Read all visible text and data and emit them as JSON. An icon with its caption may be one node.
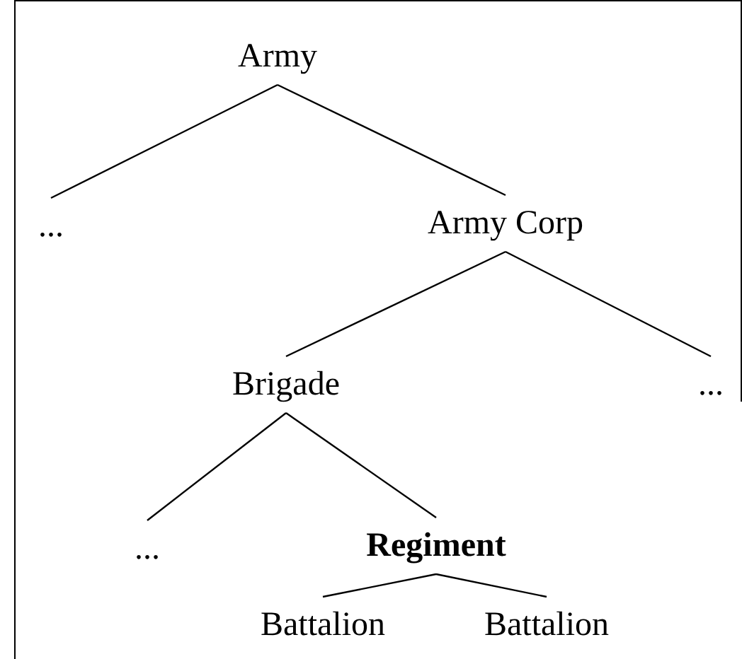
{
  "diagram": {
    "nodes": [
      {
        "text": [
          "Army"
        ]
      },
      {
        "text": [
          "..."
        ]
      },
      {
        "text": [
          "Army Corp"
        ]
      },
      {
        "text": [
          "Brigade"
        ]
      },
      {
        "text": [
          "..."
        ]
      },
      {
        "text": [
          "..."
        ]
      },
      {
        "text": [
          "Regiment"
        ]
      },
      {
        "text": [
          "Battalion"
        ]
      },
      {
        "text": [
          "Battalion"
        ]
      }
    ],
    "edges": [
      {
        "from": 0,
        "to": 1,
        "arrow": "none"
      },
      {
        "from": 0,
        "to": 2,
        "arrow": "none"
      },
      {
        "from": 2,
        "to": 3,
        "arrow": "none"
      },
      {
        "from": 2,
        "to": 4,
        "arrow": "none"
      },
      {
        "from": 3,
        "to": 5,
        "arrow": "none"
      },
      {
        "from": 3,
        "to": 6,
        "arrow": "none"
      },
      {
        "from": 6,
        "to": 7,
        "arrow": "none"
      },
      {
        "from": 6,
        "to": 8,
        "arrow": "none"
      }
    ]
  }
}
